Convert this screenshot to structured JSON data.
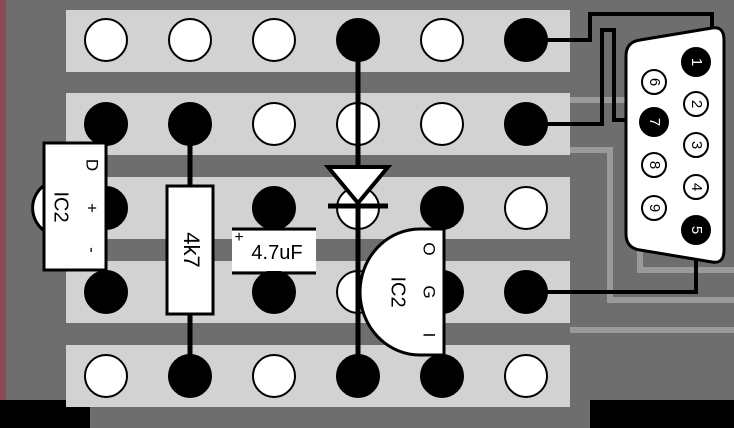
{
  "board": {
    "resistor_label": "4k7",
    "capacitor_label": "4.7uF",
    "capacitor_polarity": "+",
    "ic_left": {
      "name": "IC2",
      "pins": [
        "D",
        "+",
        "-"
      ]
    },
    "ic_right": {
      "name": "IC2",
      "pins": [
        "O",
        "G",
        "I"
      ]
    },
    "connector_pins": [
      "1",
      "2",
      "3",
      "4",
      "5",
      "6",
      "7",
      "8",
      "9"
    ],
    "colors": {
      "strip": "#d2d2d2",
      "background": "#6e6e6e",
      "hole_open": "#ffffff",
      "hole_filled": "#000000",
      "wire": "#000000"
    }
  }
}
